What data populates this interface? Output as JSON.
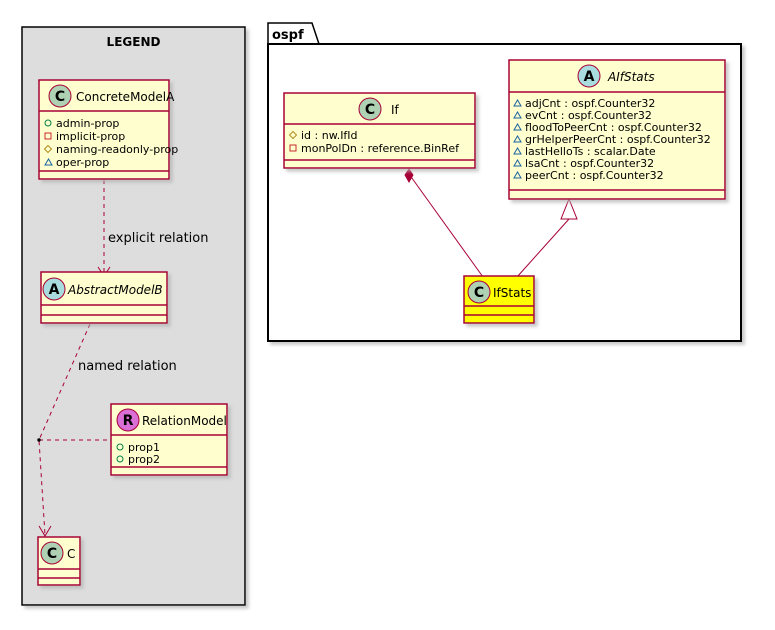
{
  "legend": {
    "title": "LEGEND",
    "concrete": {
      "stereo": "C",
      "name": "ConcreteModelA",
      "attrs": [
        {
          "vis": "+",
          "text": "admin-prop"
        },
        {
          "vis": "-",
          "text": "implicit-prop"
        },
        {
          "vis": "#",
          "text": "naming-readonly-prop"
        },
        {
          "vis": "~",
          "text": "oper-prop"
        }
      ]
    },
    "abstract": {
      "stereo": "A",
      "name": "AbstractModelB"
    },
    "relation": {
      "stereo": "R",
      "name": "RelationModel",
      "attrs": [
        {
          "vis": "+",
          "text": "prop1"
        },
        {
          "vis": "+",
          "text": "prop2"
        }
      ]
    },
    "c": {
      "stereo": "C",
      "name": "C"
    },
    "explicit_label": "explicit relation",
    "named_label": "named relation"
  },
  "package": {
    "name": "ospf",
    "if_class": {
      "stereo": "C",
      "name": "If",
      "attrs": [
        {
          "vis": "#",
          "text": "id : nw.IfId"
        },
        {
          "vis": "-",
          "text": "monPolDn : reference.BinRef"
        }
      ]
    },
    "aifstats": {
      "stereo": "A",
      "name": "AIfStats",
      "attrs": [
        {
          "vis": "~",
          "text": "adjCnt : ospf.Counter32"
        },
        {
          "vis": "~",
          "text": "evCnt : ospf.Counter32"
        },
        {
          "vis": "~",
          "text": "floodToPeerCnt : ospf.Counter32"
        },
        {
          "vis": "~",
          "text": "grHelperPeerCnt : ospf.Counter32"
        },
        {
          "vis": "~",
          "text": "lastHelloTs : scalar.Date"
        },
        {
          "vis": "~",
          "text": "lsaCnt : ospf.Counter32"
        },
        {
          "vis": "~",
          "text": "peerCnt : ospf.Counter32"
        }
      ]
    },
    "ifstats": {
      "stereo": "C",
      "name": "IfStats"
    }
  },
  "colors": {
    "class_fill": "#FEFECE",
    "class_stroke": "#A80036",
    "highlight_fill": "#FFFF00",
    "legend_bg": "#DDDDDD",
    "badge_c": "#ADD1B2",
    "badge_a": "#A9DCDF",
    "badge_r": "#DA70D6",
    "attr_public": "#038048",
    "attr_private": "#C82930",
    "attr_protected": "#B38D22",
    "attr_package": "#1963A0"
  }
}
